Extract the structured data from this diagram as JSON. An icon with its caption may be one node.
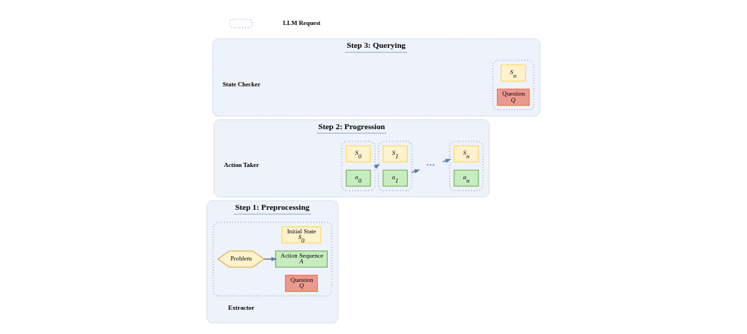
{
  "diagram": {
    "nodes": [
      {
        "text": [
          "Step 1: Preprocessing",
          "Extractor"
        ]
      },
      {
        "text": [],
        "shape": "box",
        "in": 0
      },
      {
        "text": [
          "Initial State",
          "S$_{0}$"
        ],
        "in": 1
      },
      {
        "text": [
          "Problem"
        ],
        "in": 1
      },
      {
        "text": [
          "Action Sequence",
          "A"
        ],
        "in": 1
      },
      {
        "text": [
          "Question",
          "Q"
        ],
        "in": 1
      },
      {
        "text": [
          "Step 2: Progression",
          "Action Taker"
        ]
      },
      {
        "text": [],
        "shape": "box",
        "in": 6
      },
      {
        "text": [
          "S$_{0}$"
        ],
        "in": 7
      },
      {
        "text": [
          "a$_{0}$"
        ],
        "in": 7
      },
      {
        "text": [],
        "shape": "box",
        "in": 6
      },
      {
        "text": [
          "S$_{1}$"
        ],
        "in": 10
      },
      {
        "text": [
          "a$_{1}$"
        ],
        "in": 10
      },
      {
        "text": [
          "···"
        ],
        "in": 6
      },
      {
        "text": [],
        "shape": "box",
        "in": 6
      },
      {
        "text": [
          "S$_{n}$"
        ],
        "in": 14
      },
      {
        "text": [
          "a$_{n}$"
        ],
        "in": 14
      },
      {
        "text": [
          "Step 3: Querying",
          "State Checker"
        ]
      },
      {
        "text": [],
        "shape": "box",
        "in": 17
      },
      {
        "text": [
          "S$_{n}$"
        ],
        "in": 18
      },
      {
        "text": [
          "Question",
          "Q"
        ],
        "in": 18
      }
    ],
    "edges": [
      {
        "from": 3,
        "to": 4,
        "arrow": "to"
      },
      {
        "from": 7,
        "to": 10,
        "arrow": "to"
      },
      {
        "from": 10,
        "to": 13,
        "arrow": "to"
      },
      {
        "from": 13,
        "to": 14,
        "arrow": "to"
      }
    ],
    "legend": [
      {
        "text": "LLM Request"
      }
    ]
  }
}
